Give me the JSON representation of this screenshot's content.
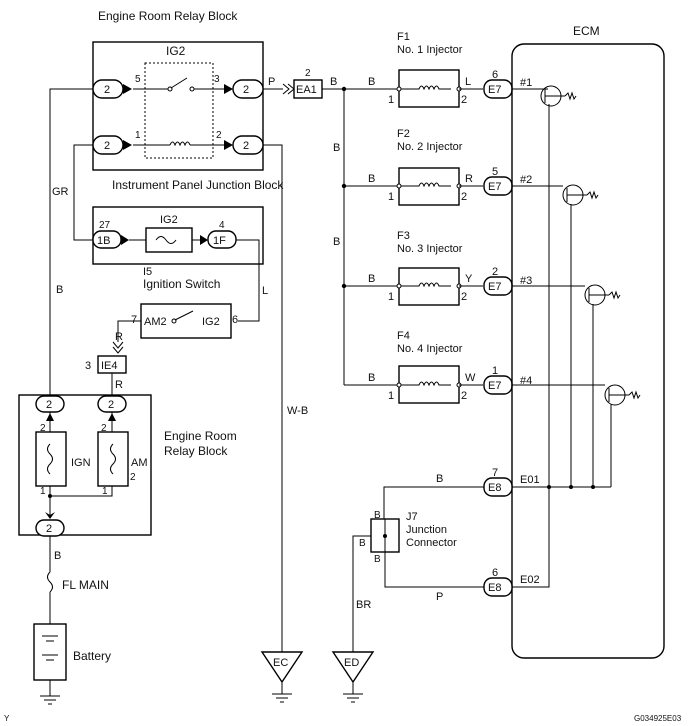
{
  "labels": {
    "engine_room_relay_block_top": "Engine Room Relay Block",
    "ig2_relay": "IG2",
    "instrument_panel_jb": "Instrument Panel Junction Block",
    "ig2_fuse": "IG2",
    "i5": "I5",
    "ignition_switch": "Ignition Switch",
    "am2": "AM2",
    "ig2_switch": "IG2",
    "ie4": "IE4",
    "ea1": "EA1",
    "ign": "IGN",
    "am": "AM",
    "engine_room_relay_block_line1": "Engine Room",
    "engine_room_relay_block_line2": "Relay Block",
    "fl_main": "FL MAIN",
    "battery": "Battery",
    "ec": "EC",
    "ed": "ED",
    "ecm": "ECM",
    "j7": "J7",
    "junction_connector_line1": "Junction",
    "junction_connector_line2": "Connector",
    "figure_code": "G034925E03",
    "corner_mark": "Y"
  },
  "wire_colors": {
    "gr": "GR",
    "b_left": "B",
    "l": "L",
    "r1": "R",
    "r2": "R",
    "b_bottom": "B",
    "wb": "W-B",
    "p_top": "P",
    "b_after_ea1": "B",
    "b_trunk": "B",
    "b_trunk2": "B",
    "br": "BR",
    "b_e01": "B",
    "p_e02": "P",
    "j7_b1": "B",
    "j7_b2": "B",
    "j7_b3": "B"
  },
  "injectors": [
    {
      "id": "F1",
      "name": "No. 1 Injector",
      "in_wire": "B",
      "out_wire": "L",
      "pin_in": "1",
      "pin_out": "2",
      "ecm_pin": "6",
      "ecm_conn": "E7",
      "ecm_signal": "#1"
    },
    {
      "id": "F2",
      "name": "No. 2 Injector",
      "in_wire": "B",
      "out_wire": "R",
      "pin_in": "1",
      "pin_out": "2",
      "ecm_pin": "5",
      "ecm_conn": "E7",
      "ecm_signal": "#2"
    },
    {
      "id": "F3",
      "name": "No. 3 Injector",
      "in_wire": "B",
      "out_wire": "Y",
      "pin_in": "1",
      "pin_out": "2",
      "ecm_pin": "2",
      "ecm_conn": "E7",
      "ecm_signal": "#3"
    },
    {
      "id": "F4",
      "name": "No. 4 Injector",
      "in_wire": "B",
      "out_wire": "W",
      "pin_in": "1",
      "pin_out": "2",
      "ecm_pin": "1",
      "ecm_conn": "E7",
      "ecm_signal": "#4"
    }
  ],
  "ground_pins": [
    {
      "pin": "7",
      "conn": "E8",
      "signal": "E01"
    },
    {
      "pin": "6",
      "conn": "E8",
      "signal": "E02"
    }
  ],
  "connectors": {
    "relay_in_left": "2",
    "relay_out_right": "2",
    "relay_coil_left": "2",
    "relay_coil_right": "2",
    "fuse_in": "1B",
    "fuse_out": "1F",
    "erb_top_left": "2",
    "erb_top_right": "2",
    "erb_bottom": "2",
    "ea1_pin": "2",
    "j7_a": "B",
    "j7_b": "B"
  },
  "pins": {
    "relay_5": "5",
    "relay_3": "3",
    "relay_1": "1",
    "relay_2": "2",
    "fuse_27": "27",
    "fuse_4": "4",
    "sw_7": "7",
    "sw_6": "6",
    "ie4_3": "3",
    "ign_2": "2",
    "ign_1": "1",
    "am_2": "2",
    "am_1": "1",
    "am_2b": "2"
  }
}
